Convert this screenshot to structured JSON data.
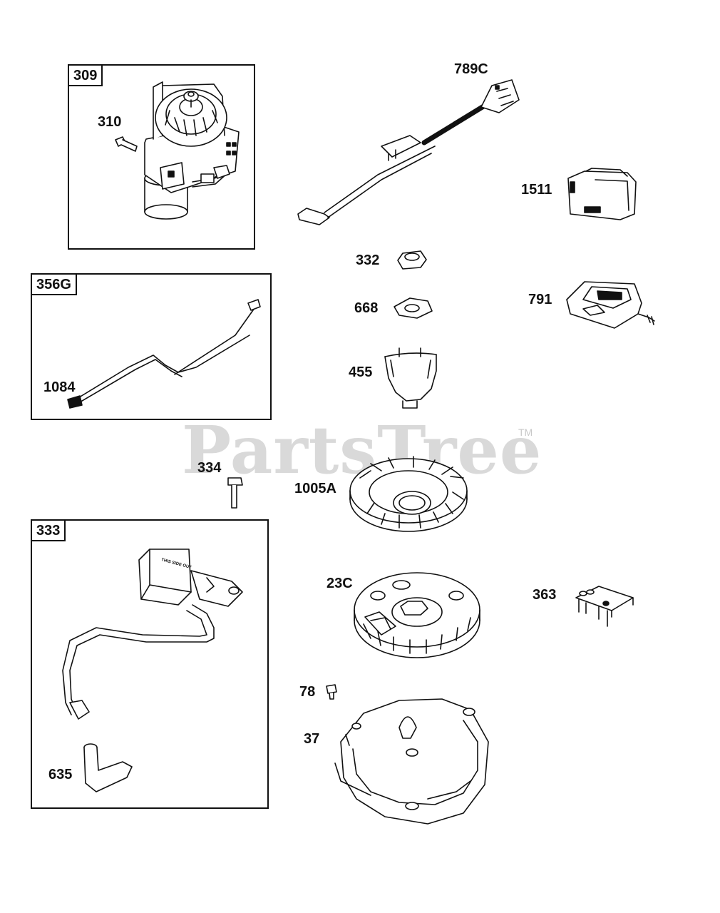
{
  "watermark": {
    "text": "PartsTree",
    "trademark": "TM"
  },
  "groups": [
    {
      "id": "309",
      "icon": "starter-motor-icon"
    },
    {
      "id": "356G",
      "icon": "wire-harness-icon"
    },
    {
      "id": "333",
      "icon": "ignition-coil-icon"
    }
  ],
  "parts": {
    "p310": "310",
    "p789C": "789C",
    "p1511": "1511",
    "p332": "332",
    "p668": "668",
    "p791": "791",
    "p455": "455",
    "p1084": "1084",
    "p334": "334",
    "p1005A": "1005A",
    "p23C": "23C",
    "p363": "363",
    "p78": "78",
    "p37": "37",
    "p635": "635"
  },
  "coil_print": "THIS SIDE OUT"
}
